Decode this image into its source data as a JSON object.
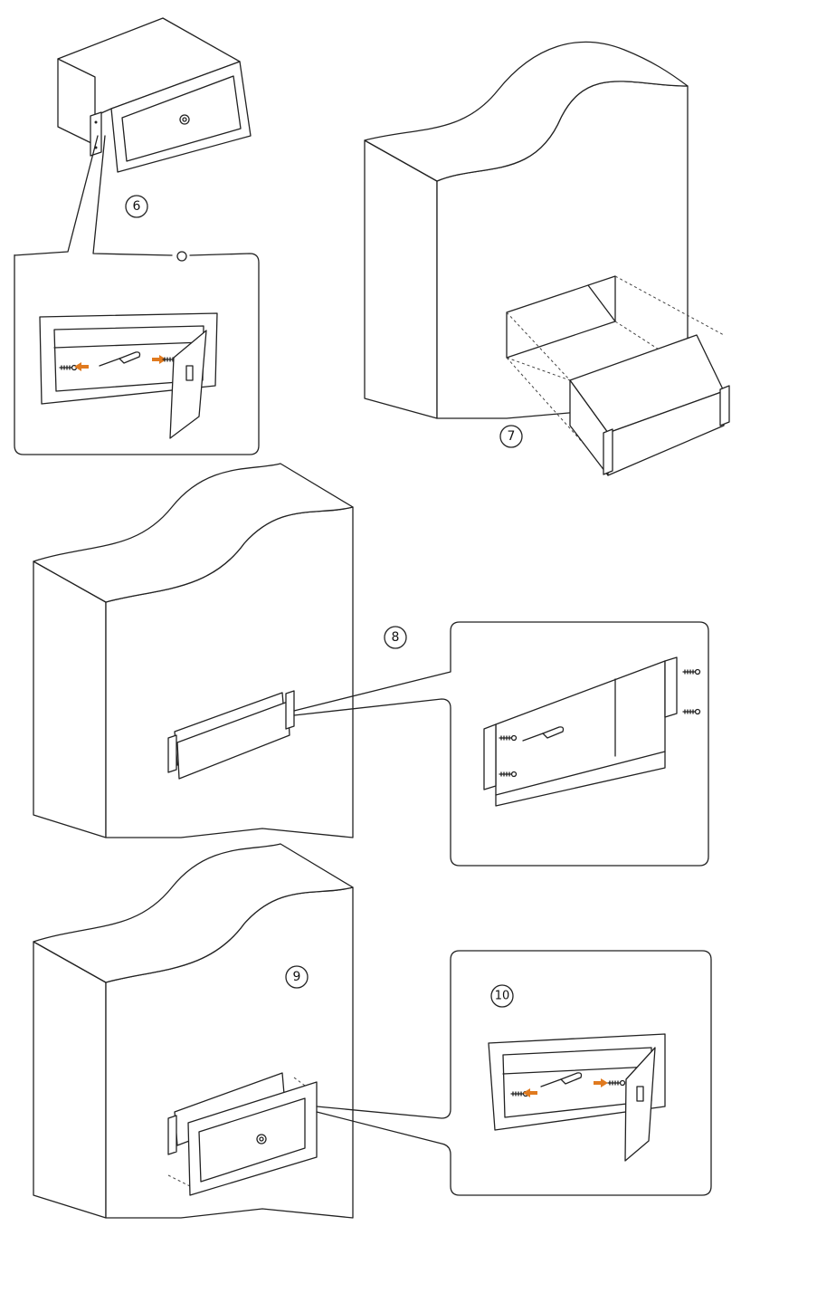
{
  "steps": [
    {
      "number": "6"
    },
    {
      "number": "7"
    },
    {
      "number": "8"
    },
    {
      "number": "9"
    },
    {
      "number": "10"
    }
  ],
  "colors": {
    "line": "#222222",
    "arrow": "#e07a1f",
    "background": "#ffffff"
  },
  "icons": [
    "safe-box-icon",
    "wall-icon",
    "screwdriver-icon",
    "screw-icon",
    "arrow-icon",
    "bracket-icon"
  ]
}
